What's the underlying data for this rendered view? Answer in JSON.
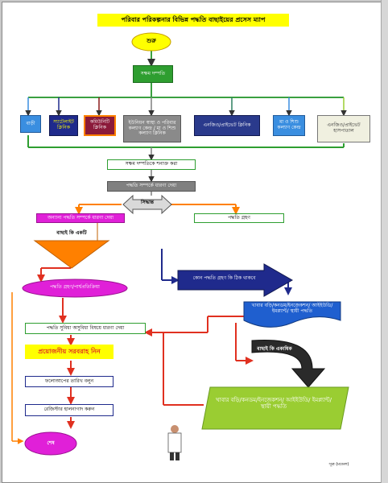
{
  "title": "পরিবার পরিকল্পনার বিভিন্ন পদ্ধতি বাছাইয়ের প্রসেস ম্যাপ",
  "nodes": {
    "start": "শুরু",
    "couple": "সক্ষম দম্পতি",
    "s1": "বাড়ী",
    "s2": "স্যাটেলাইট ক্লিনিক",
    "s3": "কমিউনিটি ক্লিনিক",
    "s4": "ইউনিয়ন স্বাস্থ্য ও পরিবার কল্যাণ কেন্দ্র / মা ও শিশু কল্যাণ ক্লিনিক",
    "s5": "এনজিও/প্রাইভেট ক্লিনিক",
    "s6": "মা ও শিশু কল্যাণ কেন্দ্র",
    "s7": "এনজিও/প্রাইভেট হাসপাতাল",
    "identify": "সক্ষম দম্পতিকে শনাক্ত করা",
    "counsel": "পদ্ধতি সম্পর্কে ধারণা দেয়া",
    "decide": "সিদ্ধান্ত",
    "noinfo": "অন্যান্য পদ্ধতি সম্পর্কে ধারণা দেয়া",
    "method": "পদ্ধতি গ্রহণ",
    "choose_q": "বাছাই কি একটি",
    "back_q": "কোন পদ্ধতি গ্রহণ কি ঠিক থাকবে",
    "shortlist": "পদ্ধতি গ্রহণ/পার্শ্বপ্রতিক্রিয়া",
    "methods1": "খাবার বড়ি/কনডম/ইনজেকশন/ আইইউডি/ ইমপ্ল্যান্ট/ স্থায়ী পদ্ধতি",
    "choose_q2": "বাছাই কি একাধিক",
    "methods2": "খাবার বড়ি/কনডম/ইনজেকশন/ আইইউডি/ ইমপ্ল্যান্ট/ স্থায়ী পদ্ধতি",
    "safe_step": "পদ্ধতি সুবিধা অসুবিধা বিষয়ে ধারণা দেয়া",
    "supply": "প্রয়োজনীয় সরবরাহ নিন",
    "followup": "ফলোআপের তারিখ বলুন",
    "register": "রেজিস্টার হালনাগাদ করুন",
    "end": "শেষ"
  },
  "footer": "সূত্র (মডেল)",
  "colors": {
    "yellow": "#ffff00",
    "green": "#2e9e30",
    "navy": "#1f2a8c",
    "gray": "#7f7f7f",
    "magenta": "#e020d8",
    "orange": "#ff8000"
  }
}
